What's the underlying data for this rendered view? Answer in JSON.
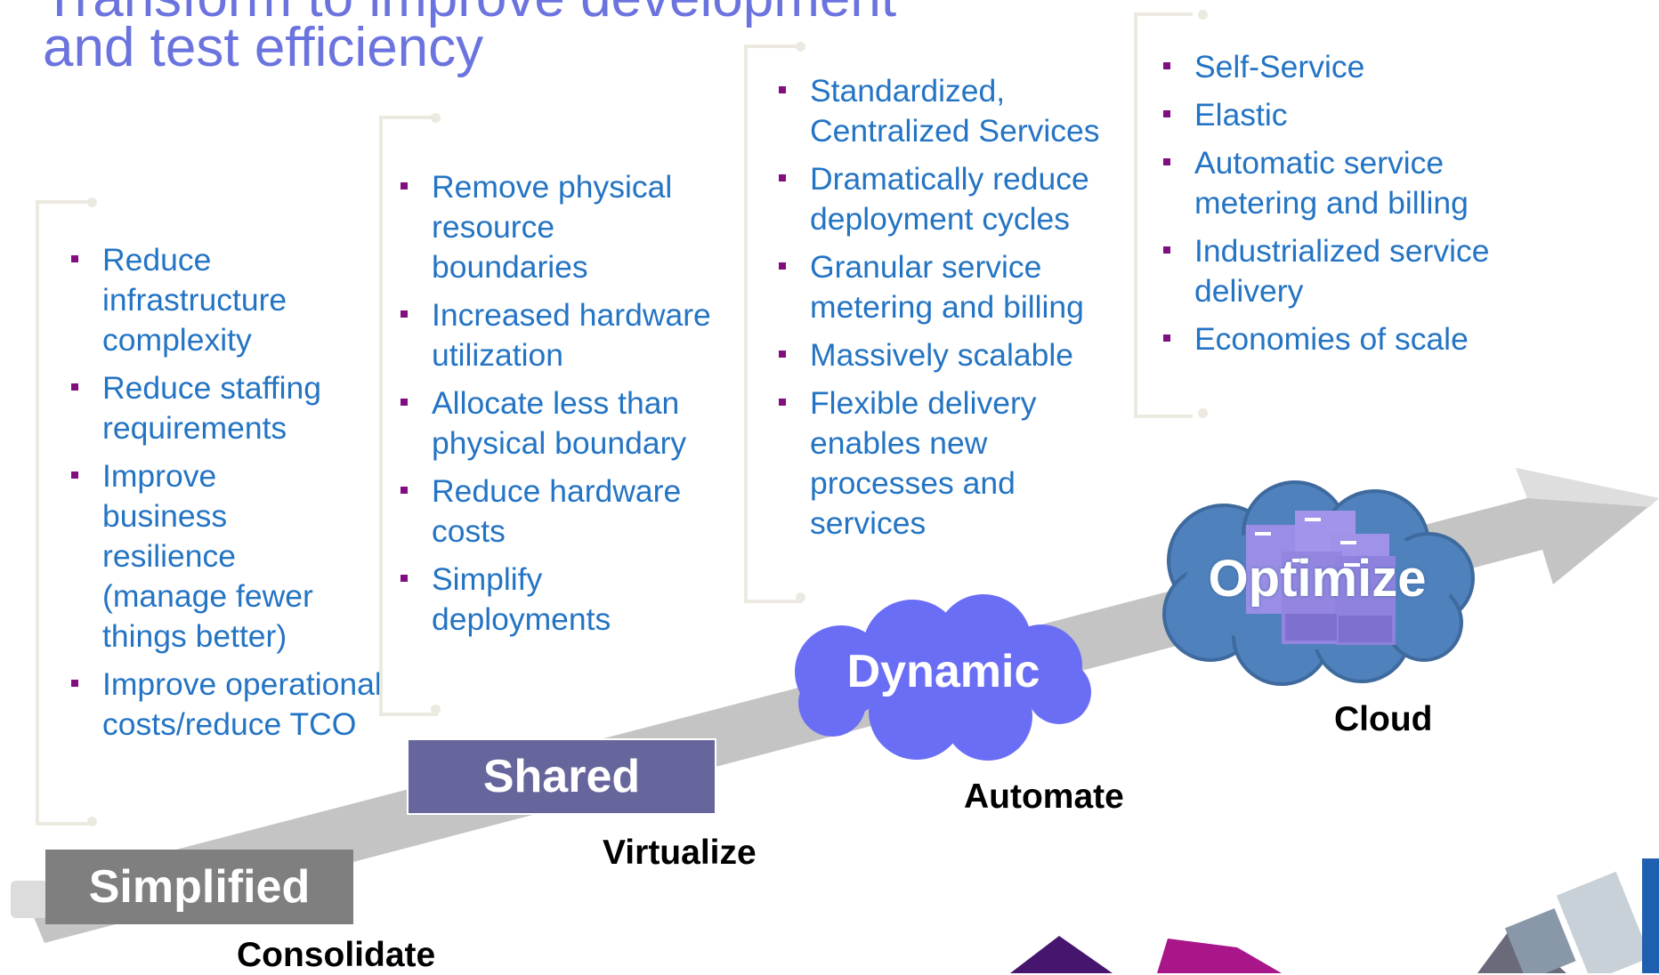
{
  "title": {
    "line1_partial": "Transform to improve development",
    "line2": "and test efficiency"
  },
  "columns": [
    {
      "bullets": [
        "Reduce infrastructure complexity",
        "Reduce staffing requirements",
        "Improve business resilience (manage fewer things better)",
        "Improve operational costs/reduce TCO"
      ]
    },
    {
      "bullets": [
        "Remove physical resource boundaries",
        "Increased hardware utilization",
        "Allocate less than physical boundary",
        "Reduce hardware costs",
        "Simplify deployments"
      ]
    },
    {
      "bullets": [
        "Standardized, Centralized Services",
        "Dramatically reduce deployment cycles",
        "Granular service metering and billing",
        "Massively scalable",
        "Flexible delivery enables new processes and services"
      ]
    },
    {
      "bullets": [
        "Self-Service",
        "Elastic",
        "Automatic service metering and billing",
        "Industrialized service delivery",
        "Economies of scale"
      ]
    }
  ],
  "stages": {
    "simplified": {
      "label": "Simplified",
      "word": "Consolidate",
      "color": "#7f7f7f"
    },
    "shared": {
      "label": "Shared",
      "word": "Virtualize",
      "color": "#66669c"
    },
    "dynamic": {
      "label": "Dynamic",
      "word": "Automate",
      "color": "#6a6ef5"
    },
    "optimize": {
      "label": "Optimize",
      "word": "Cloud",
      "color": "#4f81bd"
    }
  },
  "colors": {
    "title": "#6b73de",
    "bullet_text": "#2474c4",
    "bullet_marker": "#820d80",
    "arrow": "#c3c3c3"
  }
}
